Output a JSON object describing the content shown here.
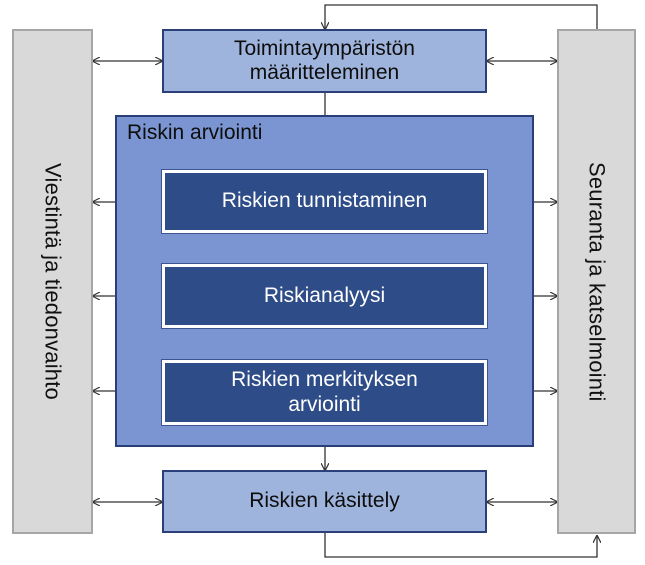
{
  "diagram": {
    "left_box": "Viestintä ja tiedonvaihto",
    "right_box": "Seuranta ja katselmointi",
    "top_box": "Toimintaympäristön\nmäärittel­eminen",
    "bottom_box": "Riskien käsittely",
    "assessment": {
      "title": "Riskin arviointi",
      "steps": [
        "Riskien tunnistaminen",
        "Riskianalyysi",
        "Riskien merkityksen\narviointi"
      ]
    }
  },
  "colors": {
    "side_fill": "#d9d9d9",
    "light_fill": "#9fb4dc",
    "panel_fill": "#7a95d1",
    "dark_fill": "#2e4c87"
  }
}
